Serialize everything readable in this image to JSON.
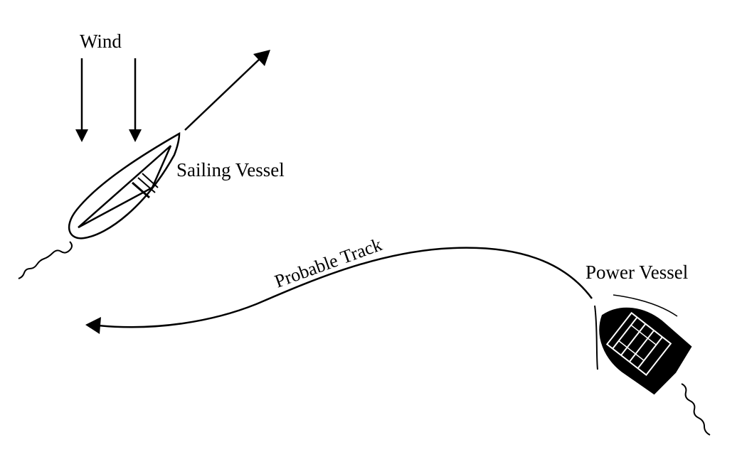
{
  "labels": {
    "wind": "Wind",
    "sailing_vessel": "Sailing Vessel",
    "probable_track": "Probable Track",
    "power_vessel": "Power Vessel"
  },
  "colors": {
    "ink": "#000000",
    "background": "#ffffff"
  }
}
